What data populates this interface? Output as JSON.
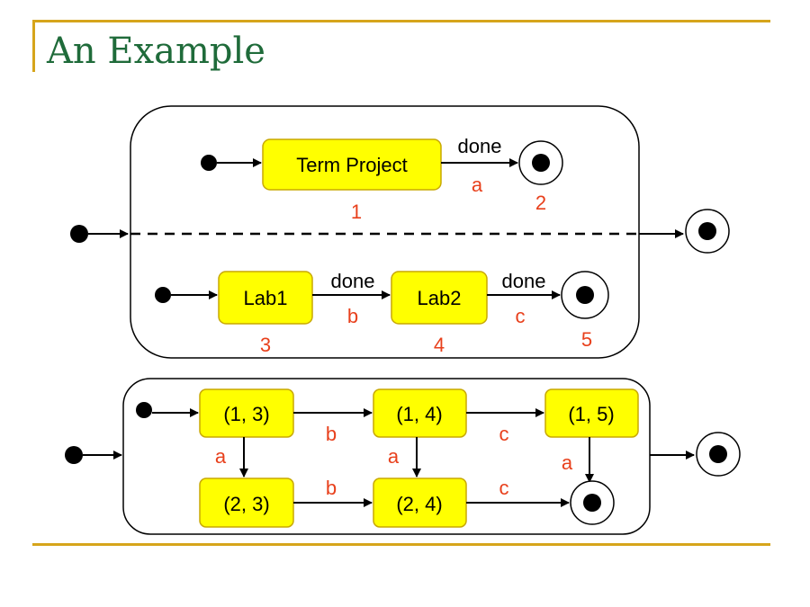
{
  "title": "An Example",
  "colors": {
    "accent": "#d6a51b",
    "title": "#1f6b3a",
    "state_fill": "#ffff00",
    "state_stroke": "#c8a800",
    "number": "#e8401c"
  },
  "top": {
    "states": {
      "term_project": "Term Project",
      "lab1": "Lab1",
      "lab2": "Lab2"
    },
    "events": {
      "done_top": "done",
      "done_lab1": "done",
      "done_lab2": "done"
    },
    "actions": {
      "a": "a",
      "b": "b",
      "c": "c"
    },
    "numbers": {
      "n1": "1",
      "n2": "2",
      "n3": "3",
      "n4": "4",
      "n5": "5"
    }
  },
  "bottom": {
    "states": {
      "s13": "(1, 3)",
      "s14": "(1, 4)",
      "s15": "(1, 5)",
      "s23": "(2, 3)",
      "s24": "(2, 4)"
    },
    "labels": {
      "b_top": "b",
      "c_top": "c",
      "a_left": "a",
      "a_mid": "a",
      "a_right": "a",
      "b_bot": "b",
      "c_bot": "c"
    }
  }
}
